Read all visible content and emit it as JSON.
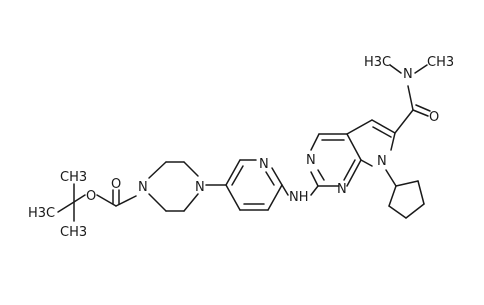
{
  "structure": {
    "atom_labels": {
      "carbonyl_o_left": "O",
      "carbamate_o": "O",
      "piperazine_n1": "N",
      "piperazine_n4": "N",
      "pyridine_n": "N",
      "amine_nh": "NH",
      "pyrimidine_n1": "N",
      "pyrimidine_n3": "N",
      "pyrrole_n": "N",
      "amide_n": "N",
      "amide_o": "O",
      "methyl_n_left": "H3C",
      "methyl_n_right": "CH3",
      "tbu_me_top": "CH3",
      "tbu_me_left": "H3C",
      "tbu_me_bottom": "CH3"
    }
  }
}
